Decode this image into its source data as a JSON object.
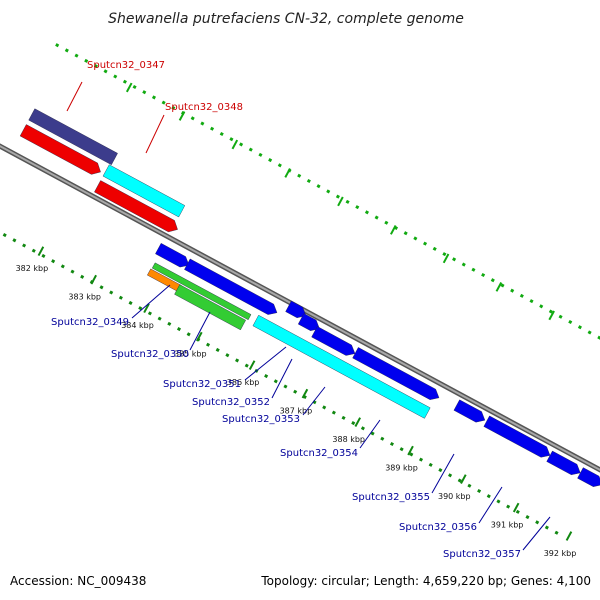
{
  "title": "Shewanella putrefaciens CN-32, complete genome",
  "footer": {
    "accession": "Accession: NC_009438",
    "topology": "Topology: circular; Length: 4,659,220 bp; Genes: 4,100"
  },
  "colors": {
    "backbone": "#888888",
    "tick_outer": "#11aa11",
    "tick_inner": "#118811",
    "label_top": "#cc0000",
    "label_bottom": "#000099",
    "gene_navy": "#3c3c8c",
    "gene_red": "#ee0000",
    "gene_cyan": "#00ffff",
    "gene_blue": "#0000ee",
    "gene_green": "#33cc33",
    "gene_orange": "#ff8800"
  },
  "ticks": [
    {
      "label": "382 kbp"
    },
    {
      "label": "383 kbp"
    },
    {
      "label": "384 kbp"
    },
    {
      "label": "385 kbp"
    },
    {
      "label": "386 kbp"
    },
    {
      "label": "387 kbp"
    },
    {
      "label": "388 kbp"
    },
    {
      "label": "389 kbp"
    },
    {
      "label": "390 kbp"
    },
    {
      "label": "391 kbp"
    },
    {
      "label": "392 kbp"
    }
  ],
  "gene_labels": [
    {
      "name": "Sputcn32_0347",
      "strand": "top"
    },
    {
      "name": "Sputcn32_0348",
      "strand": "top"
    },
    {
      "name": "Sputcn32_0349",
      "strand": "bottom"
    },
    {
      "name": "Sputcn32_0350",
      "strand": "bottom"
    },
    {
      "name": "Sputcn32_0351",
      "strand": "bottom"
    },
    {
      "name": "Sputcn32_0352",
      "strand": "bottom"
    },
    {
      "name": "Sputcn32_0353",
      "strand": "bottom"
    },
    {
      "name": "Sputcn32_0354",
      "strand": "bottom"
    },
    {
      "name": "Sputcn32_0355",
      "strand": "bottom"
    },
    {
      "name": "Sputcn32_0356",
      "strand": "bottom"
    },
    {
      "name": "Sputcn32_0357",
      "strand": "bottom"
    }
  ]
}
